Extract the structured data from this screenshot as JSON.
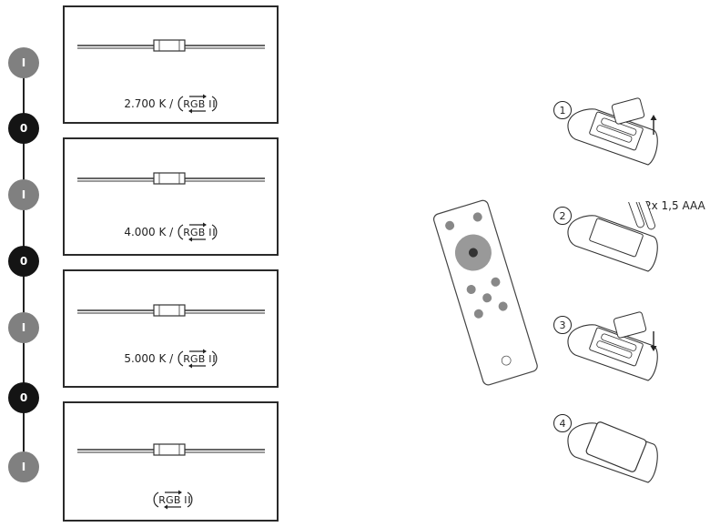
{
  "sequence": {
    "states": [
      "I",
      "0",
      "I",
      "0",
      "I",
      "0",
      "I"
    ],
    "panels": [
      {
        "kelvin": "2.700 K /",
        "mode": "RGB I"
      },
      {
        "kelvin": "4.000 K /",
        "mode": "RGB I"
      },
      {
        "kelvin": "5.000 K /",
        "mode": "RGB I"
      },
      {
        "kelvin": "",
        "mode": "RGB I"
      }
    ]
  },
  "battery_steps": {
    "numbers": [
      "1",
      "2",
      "3",
      "4"
    ],
    "spec": "2x 1,5 AAA"
  },
  "colors": {
    "on_state": "#808080",
    "off_state": "#141414",
    "line": "#2a2a2a"
  },
  "icons": [
    "lamp-icon",
    "cycle-arrows-icon",
    "remote-control-icon",
    "battery-icon",
    "arrow-up-icon",
    "arrow-down-icon"
  ]
}
